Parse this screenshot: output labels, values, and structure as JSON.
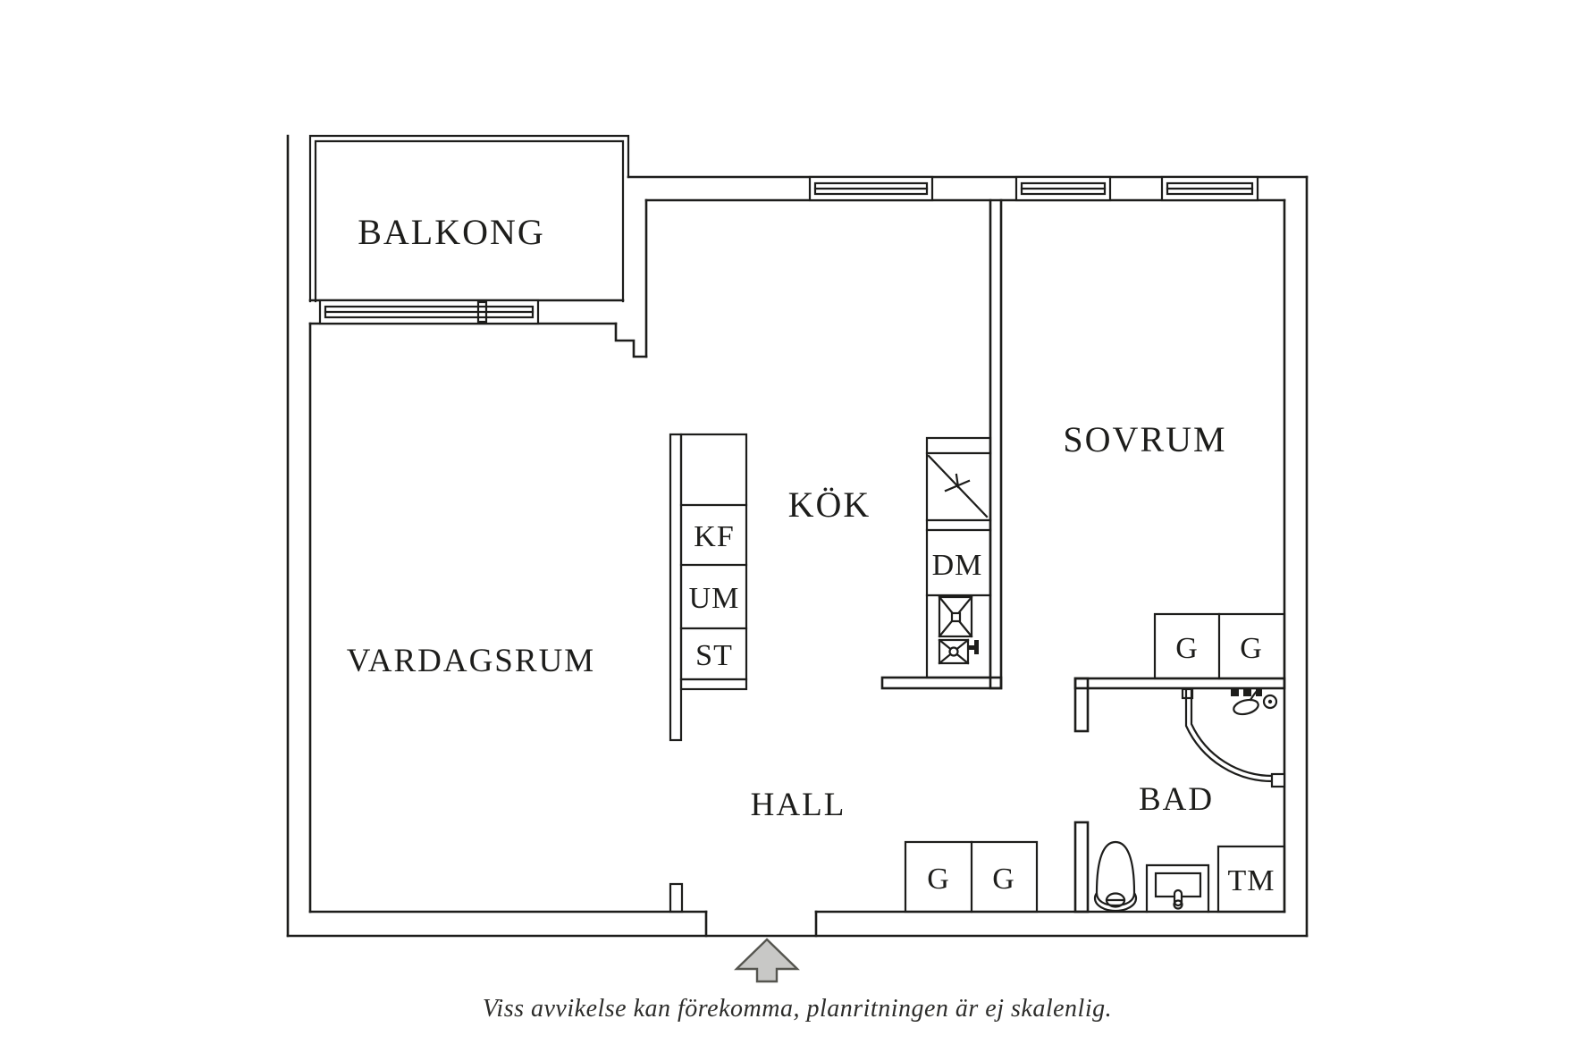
{
  "document": {
    "type": "apartment floor plan",
    "language": "sv"
  },
  "rooms": {
    "balkong": "BALKONG",
    "vardagsrum": "VARDAGSRUM",
    "kok": "KÖK",
    "sovrum": "SOVRUM",
    "hall": "HALL",
    "bad": "BAD"
  },
  "appliances": {
    "kf": "KF",
    "um": "UM",
    "st": "ST",
    "dm": "DM",
    "tm": "TM"
  },
  "wardrobes": {
    "bedroom": [
      "G",
      "G"
    ],
    "hall": [
      "G",
      "G"
    ]
  },
  "footer": {
    "disclaimer": "Viss avvikelse kan förekomma, planritningen är ej skalenlig."
  },
  "colors": {
    "line": "#1d1d1b",
    "arrow_fill": "#c8c8c6",
    "arrow_stroke": "#55554f",
    "background": "#ffffff"
  }
}
